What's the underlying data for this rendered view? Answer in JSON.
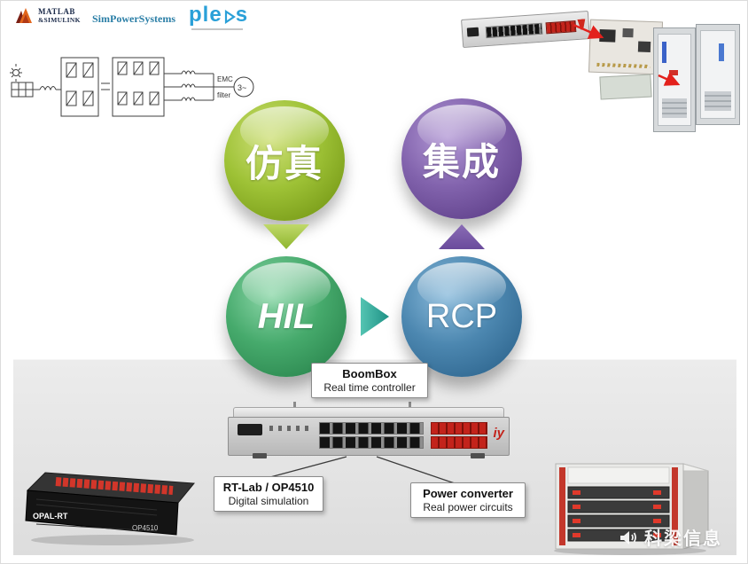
{
  "header": {
    "matlab_line1": "MATLAB",
    "matlab_line2": "&SIMULINK",
    "simpowersystems": "SimPowerSystems",
    "plecs_left": "ple",
    "plecs_right": "s"
  },
  "schematic": {
    "emc": "EMC",
    "filter": "filter",
    "phase": "3~"
  },
  "diagram": {
    "simulation": "仿真",
    "integration": "集成",
    "hil": "HIL",
    "rcp": "RCP"
  },
  "callouts": {
    "boombox": {
      "title": "BoomBox",
      "subtitle": "Real time controller"
    },
    "rtlab": {
      "title": "RT-Lab / OP4510",
      "subtitle": "Digital simulation"
    },
    "power": {
      "title": "Power converter",
      "subtitle": "Real power circuits"
    }
  },
  "devices": {
    "opal_brand": "OPAL-RT",
    "opal_model": "OP4510",
    "boombox_logo": "iy"
  },
  "watermark": {
    "text": "科梁信息"
  },
  "colors": {
    "simulation_green": "#8fb62e",
    "integration_purple": "#6a4b9c",
    "hil_green": "#2f8c53",
    "rcp_blue": "#336b94",
    "arrow_teal": "#1e9185",
    "accent_red": "#c5221a"
  }
}
